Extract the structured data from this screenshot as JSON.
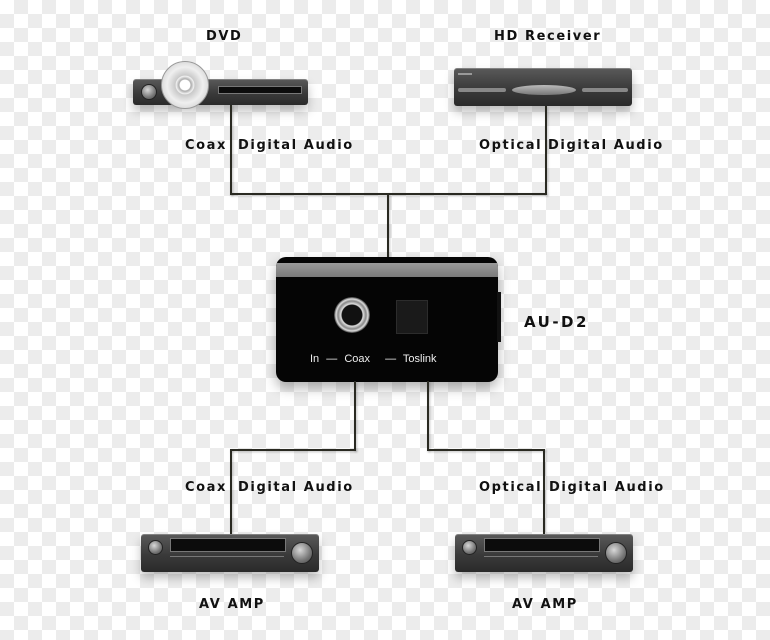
{
  "devices": {
    "dvd": {
      "name": "DVD",
      "connection": {
        "type": "Coax",
        "signal": "Digital Audio"
      }
    },
    "hd_receiver": {
      "name": "HD Receiver",
      "connection": {
        "type": "Optical",
        "signal": "Digital Audio"
      }
    },
    "converter": {
      "name": "AU-D2",
      "port_labels": {
        "in": "In",
        "dash1": "—",
        "coax": "Coax",
        "dash2": "—",
        "toslink": "Toslink"
      }
    },
    "av_amp_left": {
      "name": "AV AMP",
      "connection": {
        "type": "Coax",
        "signal": "Digital Audio"
      }
    },
    "av_amp_right": {
      "name": "AV AMP",
      "connection": {
        "type": "Optical",
        "signal": "Digital Audio"
      }
    }
  },
  "colors": {
    "wire": "#2a2a22",
    "device_body": "#3a3a3a",
    "converter_body": "#050505",
    "text": "#111111"
  }
}
